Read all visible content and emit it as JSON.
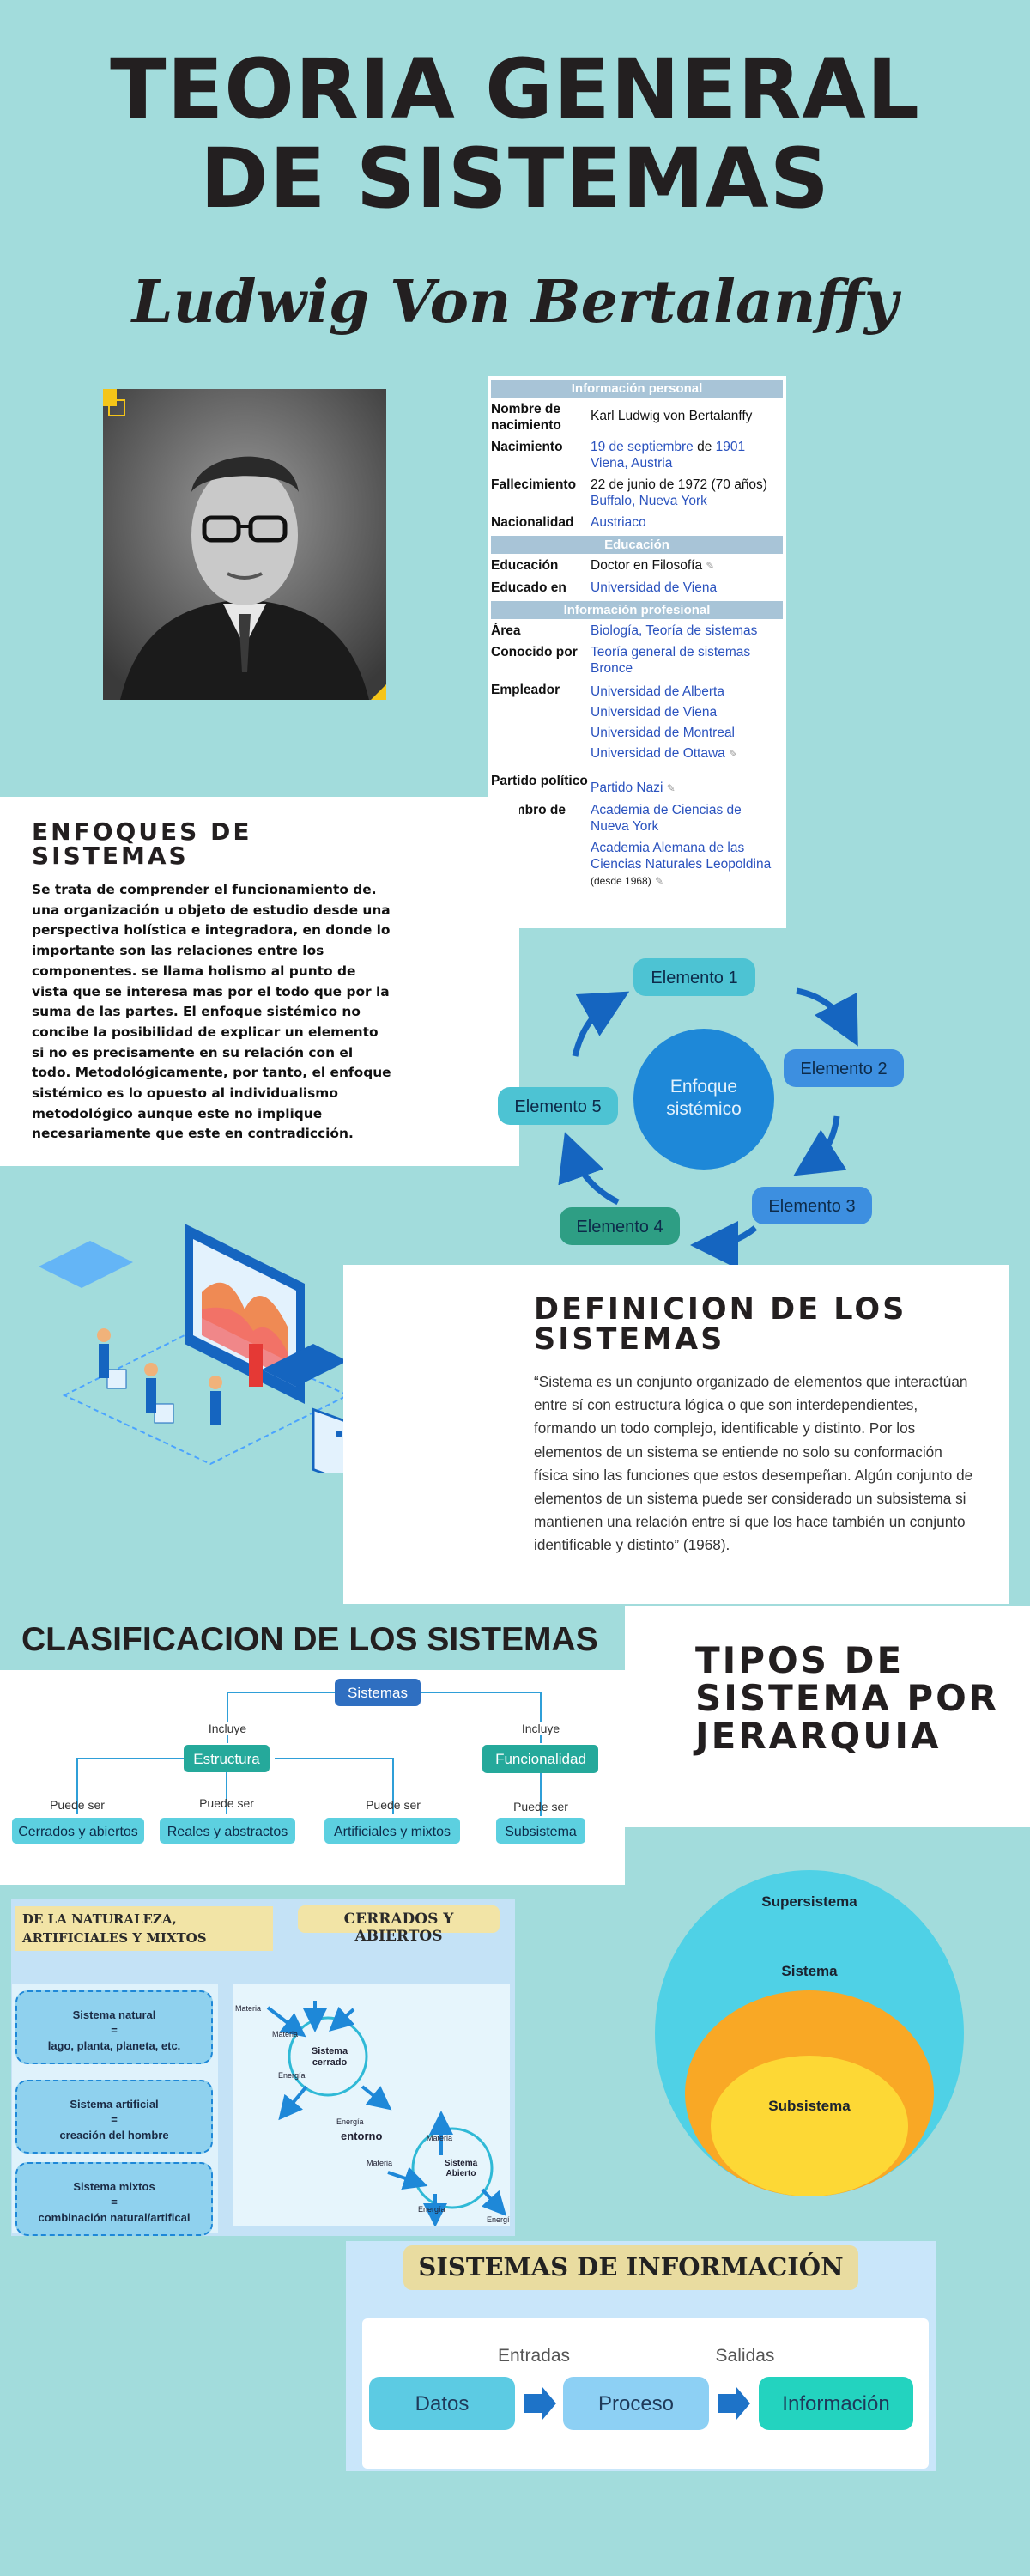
{
  "header": {
    "title_line1": "TEORIA GENERAL",
    "title_line2": "DE SISTEMAS",
    "subtitle": "Ludwig Von Bertalanffy"
  },
  "infobox": {
    "personal_header": "Información personal",
    "rows_personal": [
      {
        "key": "Nombre de nacimiento",
        "value": "Karl Ludwig von Bertalanffy"
      },
      {
        "key": "Nacimiento",
        "value_a": "19 de septiembre",
        "value_b": " de ",
        "value_c": "1901",
        "value_d": "Viena, Austria"
      },
      {
        "key": "Fallecimiento",
        "value_a": "22 de junio de 1972 (70 años)",
        "value_d": "Buffalo, Nueva York"
      },
      {
        "key": "Nacionalidad",
        "value": "Austriaco"
      }
    ],
    "education_header": "Educación",
    "rows_education": [
      {
        "key": "Educación",
        "value": "Doctor en Filosofía"
      },
      {
        "key": "Educado en",
        "value": "Universidad de Viena"
      }
    ],
    "professional_header": "Información profesional",
    "area_key": "Área",
    "area_val": "Biología, Teoría de sistemas",
    "known_key": "Conocido por",
    "known_val_a": "Teoría general de sistemas",
    "known_val_b": "Bronce",
    "employer_key": "Empleador",
    "employers": [
      "Universidad de Alberta",
      "Universidad de Viena",
      "Universidad de Montreal",
      "Universidad de Ottawa"
    ],
    "party_key": "Partido político",
    "party_val": "Partido Nazi",
    "member_key": "Miembro de",
    "member_a": "Academia de Ciencias de Nueva York",
    "member_b": "Academia Alemana de las Ciencias Naturales Leopoldina",
    "member_b_note": "(desde 1968)"
  },
  "enfoques": {
    "title": "ENFOQUES DE SISTEMAS",
    "text": "Se trata de comprender el funcionamiento de. una organización u objeto de estudio desde una perspectiva holística e integradora, en donde lo importante son las relaciones entre los componentes. se llama holismo al punto de vista que se interesa mas por el todo que por la suma de las partes. El enfoque sistémico no concibe la posibilidad de explicar un elemento si no es precisamente en su relación con el todo. Metodológicamente, por tanto, el enfoque sistémico es lo opuesto al individualismo metodológico aunque este no implique necesariamente que este en contradicción."
  },
  "cycle": {
    "center_line1": "Enfoque",
    "center_line2": "sistémico",
    "elements": [
      "Elemento 1",
      "Elemento 2",
      "Elemento 3",
      "Elemento 4",
      "Elemento 5"
    ]
  },
  "definicion": {
    "title": "DEFINICION DE LOS SISTEMAS",
    "text": "“Sistema es un conjunto organizado de elementos que interactúan entre sí con estructura lógica o que son interdependientes, formando un todo complejo, identificable y distinto. Por los elementos de un sistema se entiende no solo su conformación física sino las funciones que estos desempeñan. Algún conjunto de elementos de un sistema puede ser considerado un subsistema si mantienen una relación entre sí que los hace también un conjunto identificable y distinto” (1968)."
  },
  "clasificacion": {
    "title": "CLASIFICACION DE LOS SISTEMAS",
    "root": "Sistemas",
    "incluye": "Incluye",
    "estructura": "Estructura",
    "funcionalidad": "Funcionalidad",
    "puede_ser": "Puede ser",
    "leaves": [
      "Cerrados y abiertos",
      "Reales y abstractos",
      "Artificiales y mixtos",
      "Subsistema"
    ]
  },
  "tipos": {
    "title": "TIPOS DE SISTEMA POR JERARQUIA",
    "outer": "Supersistema",
    "middle": "Sistema",
    "inner": "Subsistema"
  },
  "naturaleza": {
    "tag1": "DE LA NATURALEZA, ARTIFICIALES Y MIXTOS",
    "tag2": "CERRADOS Y ABIERTOS",
    "box1_title": "Sistema natural",
    "box1_eq": "=",
    "box1_body": "lago, planta, planeta, etc.",
    "box2_title": "Sistema artificial",
    "box2_eq": "=",
    "box2_body": "creación del hombre",
    "box3_title": "Sistema mixtos",
    "box3_eq": "=",
    "box3_body": "combinación natural/artifical",
    "closed_label_1": "Sistema",
    "closed_label_2": "cerrado",
    "open_label_1": "Sistema",
    "open_label_2": "Abierto",
    "materia": "Materia",
    "energia": "Energía",
    "entorno": "entorno"
  },
  "informacion": {
    "title": "SISTEMAS DE INFORMACIÓN",
    "entradas": "Entradas",
    "salidas": "Salidas",
    "datos": "Datos",
    "proceso": "Proceso",
    "informacion": "Información"
  },
  "colors": {
    "background": "#a2dcdc",
    "cycle_dark": "#1565c0",
    "element_teal": "#4dc3d3",
    "element_blue": "#3d8fe0",
    "element_green": "#2e9e84",
    "org_blue": "#2f6fc1",
    "org_teal": "#25a99b",
    "leaf_cyan": "#5cd0e0",
    "super": "#4fd1e6",
    "system": "#f9a825",
    "sub": "#fdd835"
  }
}
